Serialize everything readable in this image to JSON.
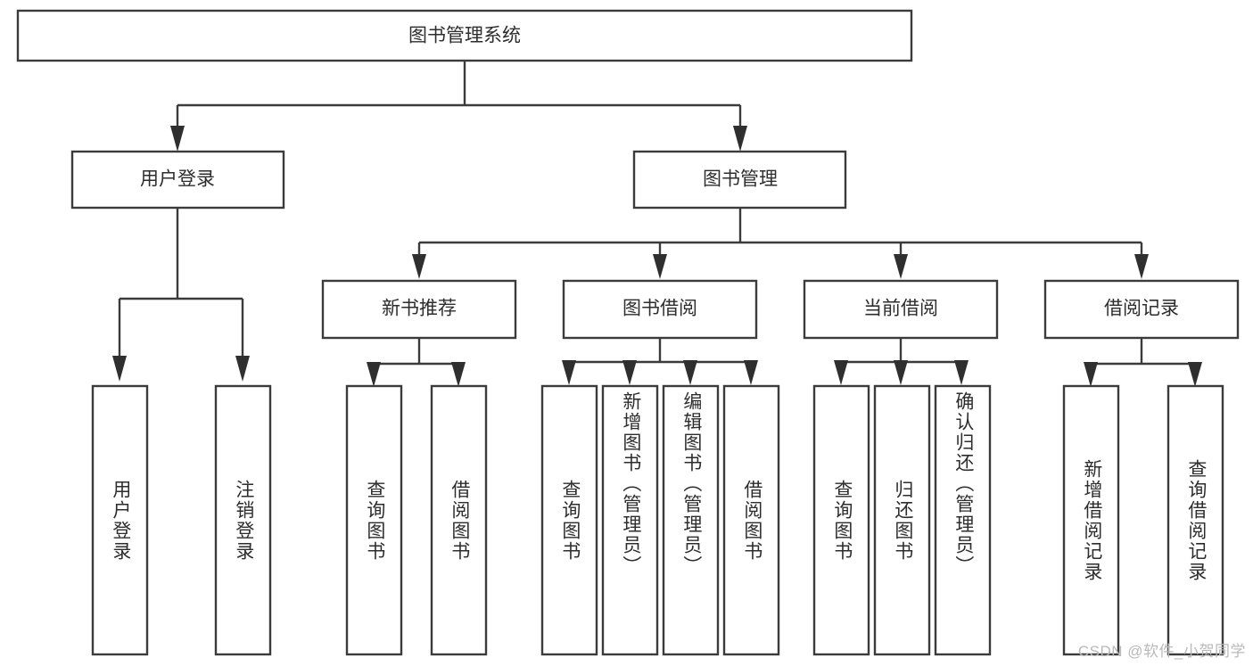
{
  "diagram": {
    "type": "tree-hierarchy",
    "title": "图书管理系统",
    "orientation": "top-down",
    "colors": {
      "box_stroke": "#3b3b3b",
      "box_fill": "#ffffff",
      "connector": "#3b3b3b",
      "text": "#2d2d2d",
      "background": "#ffffff",
      "watermark": "#b9b9b9"
    },
    "root": {
      "id": "root",
      "label": "图书管理系统",
      "orientation": "horizontal"
    },
    "level2": [
      {
        "id": "user-login",
        "label": "用户登录",
        "orientation": "horizontal"
      },
      {
        "id": "book-management",
        "label": "图书管理",
        "orientation": "horizontal"
      }
    ],
    "level3": [
      {
        "id": "new-book-recommend",
        "label": "新书推荐",
        "orientation": "horizontal",
        "parent": "book-management"
      },
      {
        "id": "book-borrow",
        "label": "图书借阅",
        "orientation": "horizontal",
        "parent": "book-management"
      },
      {
        "id": "current-borrow",
        "label": "当前借阅",
        "orientation": "horizontal",
        "parent": "book-management"
      },
      {
        "id": "borrow-record",
        "label": "借阅记录",
        "orientation": "horizontal",
        "parent": "book-management"
      }
    ],
    "leaves": [
      {
        "id": "leaf-user-login",
        "label": "用户登录",
        "orientation": "vertical",
        "parent": "user-login"
      },
      {
        "id": "leaf-user-logout",
        "label": "注销登录",
        "orientation": "vertical",
        "parent": "user-login"
      },
      {
        "id": "leaf-query-book-rec",
        "label": "查询图书",
        "orientation": "vertical",
        "parent": "new-book-recommend"
      },
      {
        "id": "leaf-borrow-book-rec",
        "label": "借阅图书",
        "orientation": "vertical",
        "parent": "new-book-recommend"
      },
      {
        "id": "leaf-query-book-borrow",
        "label": "查询图书",
        "orientation": "vertical",
        "parent": "book-borrow"
      },
      {
        "id": "leaf-add-book",
        "label": "新增图书（管理员）",
        "orientation": "vertical",
        "parent": "book-borrow"
      },
      {
        "id": "leaf-edit-book",
        "label": "编辑图书（管理员）",
        "orientation": "vertical",
        "parent": "book-borrow"
      },
      {
        "id": "leaf-borrow-book",
        "label": "借阅图书",
        "orientation": "vertical",
        "parent": "book-borrow"
      },
      {
        "id": "leaf-query-book-current",
        "label": "查询图书",
        "orientation": "vertical",
        "parent": "current-borrow"
      },
      {
        "id": "leaf-return-book",
        "label": "归还图书",
        "orientation": "vertical",
        "parent": "current-borrow"
      },
      {
        "id": "leaf-confirm-return",
        "label": "确认归还（管理员）",
        "orientation": "vertical",
        "parent": "current-borrow"
      },
      {
        "id": "leaf-add-record",
        "label": "新增借阅记录",
        "orientation": "vertical",
        "parent": "borrow-record"
      },
      {
        "id": "leaf-query-record",
        "label": "查询借阅记录",
        "orientation": "vertical",
        "parent": "borrow-record"
      }
    ]
  },
  "watermark": {
    "text": "CSDN @软件_小贺同学"
  }
}
